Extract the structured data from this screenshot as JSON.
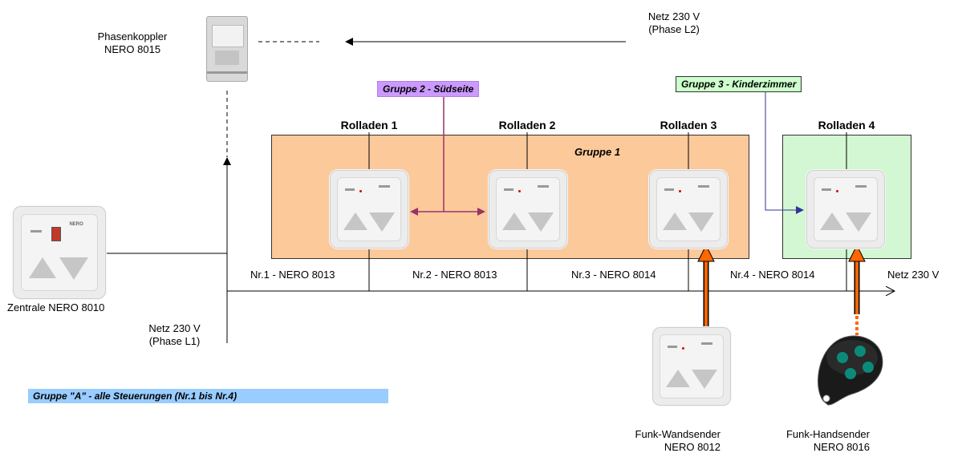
{
  "colors": {
    "group1_fill": "#fcc99b",
    "group3_fill": "#d2f7d2",
    "group2_tag": "#cc99ff",
    "group3_tag": "#ccffcc",
    "groupA_tag": "#99ccff",
    "arrow_orange": "#ff6600",
    "link_purple": "#993366",
    "link_blue": "#333399"
  },
  "icons": [
    "phase-coupler-icon",
    "wall-switch-icon",
    "remote-fob-icon"
  ],
  "phasenkoppler": {
    "line1": "Phasenkoppler",
    "line2": "NERO 8015"
  },
  "netz_l2": {
    "line1": "Netz 230 V",
    "line2": "(Phase L2)"
  },
  "netz_l1": {
    "line1": "Netz 230 V",
    "line2": "(Phase L1)"
  },
  "netz_right": "Netz 230 V",
  "zentrale": "Zentrale NERO 8010",
  "zentrale_brand": "NERO",
  "gruppe1": "Gruppe 1",
  "gruppe2": "Gruppe 2 - Südseite",
  "gruppe3": "Gruppe 3 - Kinderzimmer",
  "gruppeA": "Gruppe \"A\" - alle Steuerungen (Nr.1 bis Nr.4)",
  "rolladen": [
    "Rolladen 1",
    "Rolladen 2",
    "Rolladen 3",
    "Rolladen 4"
  ],
  "nr": [
    "Nr.1 - NERO 8013",
    "Nr.2 - NERO 8013",
    "Nr.3 - NERO 8014",
    "Nr.4 - NERO 8014"
  ],
  "funk_wand": {
    "line1": "Funk-Wandsender",
    "line2": "NERO 8012"
  },
  "funk_hand": {
    "line1": "Funk-Handsender",
    "line2": "NERO 8016"
  }
}
